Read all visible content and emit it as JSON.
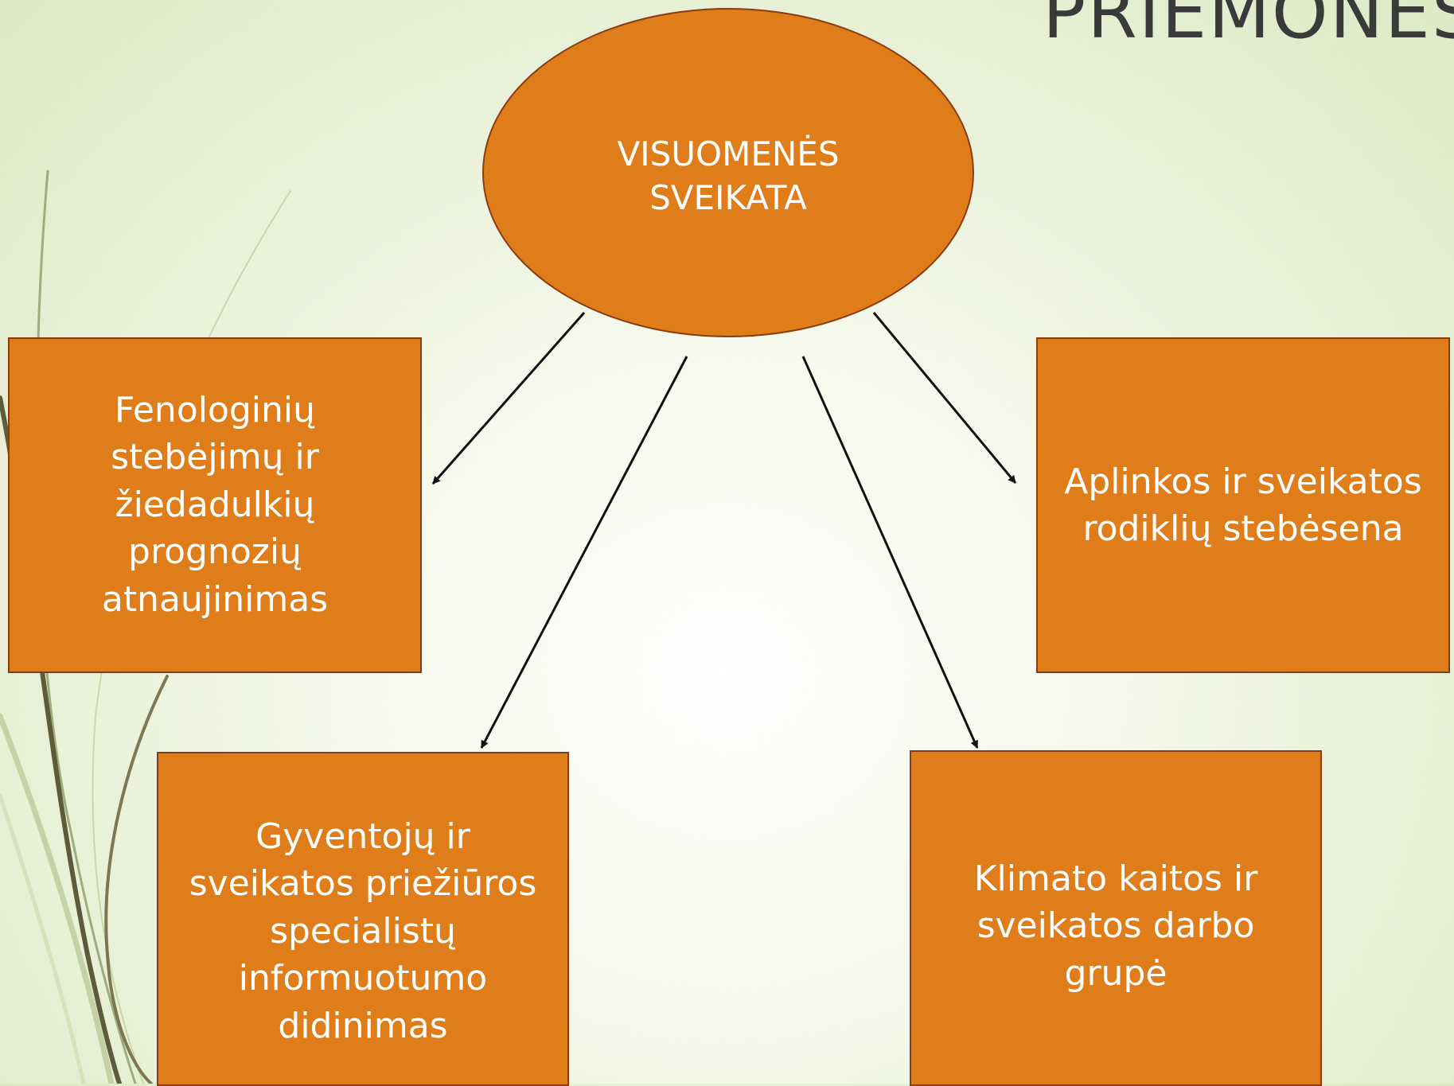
{
  "slide": {
    "title": "PRIEMONĖS"
  },
  "hub": {
    "label": "VISUOMENĖS\nSVEIKATA"
  },
  "nodes": [
    {
      "id": "pheno",
      "label": "Fenologinių\nstebėjimų ir\nžiedadulkių\nprognozių\natnaujinimas"
    },
    {
      "id": "env",
      "label": "Aplinkos ir sveikatos\nrodiklių stebėsena"
    },
    {
      "id": "inform",
      "label": "Gyventojų ir\nsveikatos priežiūros\nspecialistų\ninformuotumo\ndidinimas"
    },
    {
      "id": "climate",
      "label": "Klimato kaitos ir\nsveikatos darbo\ngrupė"
    }
  ],
  "colors": {
    "node_fill": "#df7d1b",
    "node_border": "#8c3a12",
    "text": "#ffffff",
    "arrow": "#111111",
    "title": "#3a3a3a"
  }
}
